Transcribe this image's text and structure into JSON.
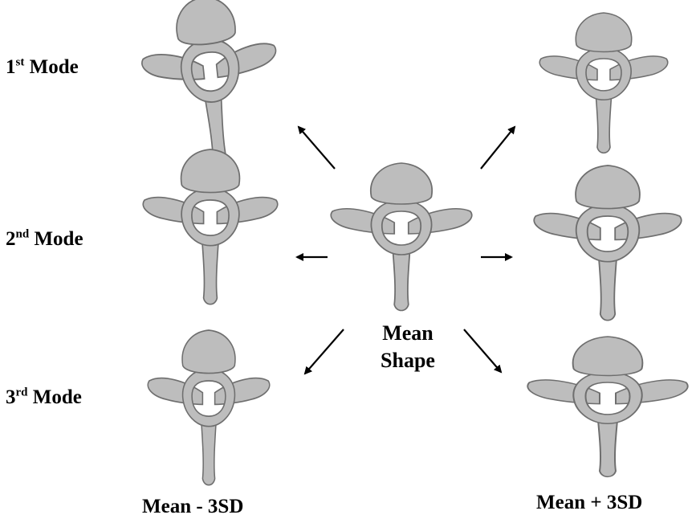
{
  "modes": [
    {
      "num": "1",
      "sup": "st",
      "word": "Mode"
    },
    {
      "num": "2",
      "sup": "nd",
      "word": "Mode"
    },
    {
      "num": "3",
      "sup": "rd",
      "word": "Mode"
    }
  ],
  "center": {
    "line1": "Mean",
    "line2": "Shape"
  },
  "columns": {
    "left": "Mean - 3SD",
    "right": "Mean + 3SD"
  },
  "colors": {
    "bone": "#bdbdbd",
    "bone_dark": "#6e6e6e",
    "arrow": "#000000"
  }
}
